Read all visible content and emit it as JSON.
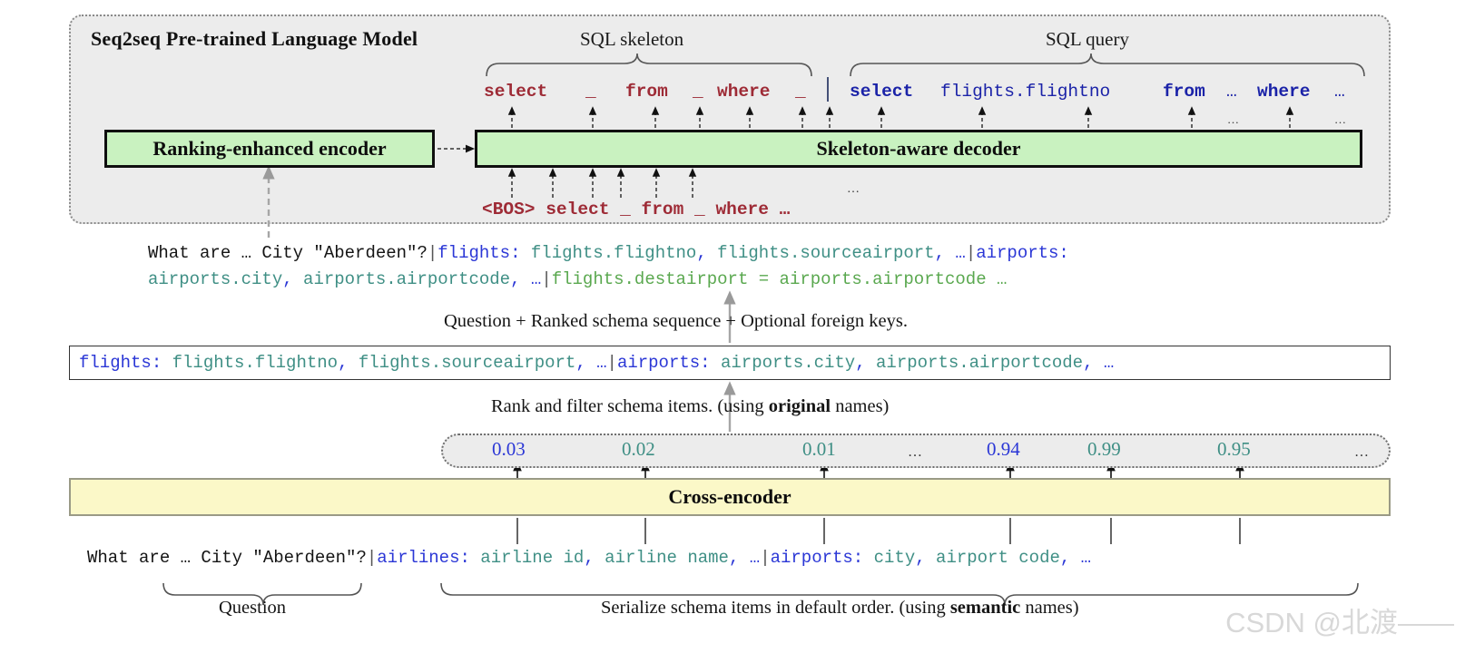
{
  "figure": {
    "panel_title": "Seq2seq Pre-trained Language Model",
    "watermark": "CSDN @北渡——"
  },
  "top": {
    "skeleton_brace_label": "SQL skeleton",
    "query_brace_label": "SQL query",
    "skeleton_tokens": [
      {
        "text": "select",
        "style": "red"
      },
      {
        "text": "_",
        "style": "red"
      },
      {
        "text": "from",
        "style": "red"
      },
      {
        "text": "_",
        "style": "red"
      },
      {
        "text": "where",
        "style": "red"
      },
      {
        "text": "_",
        "style": "red"
      }
    ],
    "query_tokens": [
      {
        "text": "select",
        "style": "blue-bold"
      },
      {
        "text": "flights.flightno",
        "style": "blue"
      },
      {
        "text": "from",
        "style": "blue-bold"
      },
      {
        "text": "…",
        "style": "blue"
      },
      {
        "text": "where",
        "style": "blue-bold"
      },
      {
        "text": "…",
        "style": "blue"
      }
    ],
    "encoder_label": "Ranking-enhanced encoder",
    "decoder_label": "Skeleton-aware decoder",
    "decoder_input": "<BOS> select _ from _ where …",
    "decoder_input_ellipsis": "…"
  },
  "encoder_input": {
    "line1": [
      {
        "text": "What are … City \"Aberdeen\"?",
        "role": "question"
      },
      {
        "text": "|",
        "role": "sep"
      },
      {
        "text": "flights:",
        "role": "table"
      },
      {
        "text": " ",
        "role": "space"
      },
      {
        "text": "flights.flightno",
        "role": "column"
      },
      {
        "text": ", ",
        "role": "table"
      },
      {
        "text": "flights.sourceairport",
        "role": "column"
      },
      {
        "text": ", …",
        "role": "table"
      },
      {
        "text": "|",
        "role": "sep"
      },
      {
        "text": "airports:",
        "role": "table"
      }
    ],
    "line2": [
      {
        "text": "airports.city",
        "role": "column"
      },
      {
        "text": ", ",
        "role": "table"
      },
      {
        "text": "airports.airportcode",
        "role": "column"
      },
      {
        "text": ", …",
        "role": "table"
      },
      {
        "text": "|",
        "role": "sep"
      },
      {
        "text": "flights.destairport = airports.airportcode …",
        "role": "fk"
      }
    ],
    "caption": "Question + Ranked schema sequence + Optional foreign keys."
  },
  "ranked_box": {
    "tokens": [
      {
        "text": "flights:",
        "role": "table"
      },
      {
        "text": " ",
        "role": "space"
      },
      {
        "text": "flights.flightno",
        "role": "column"
      },
      {
        "text": ", ",
        "role": "table"
      },
      {
        "text": "flights.sourceairport",
        "role": "column"
      },
      {
        "text": ", …",
        "role": "table"
      },
      {
        "text": "|",
        "role": "sep"
      },
      {
        "text": "airports:",
        "role": "table"
      },
      {
        "text": " ",
        "role": "space"
      },
      {
        "text": "airports.city",
        "role": "column"
      },
      {
        "text": ", ",
        "role": "table"
      },
      {
        "text": "airports.airportcode",
        "role": "column"
      },
      {
        "text": ", …",
        "role": "table"
      }
    ],
    "caption_prefix": "Rank and filter schema items.  (using ",
    "caption_bold": "original",
    "caption_suffix": " names)"
  },
  "scores": {
    "values": [
      {
        "value": "0.03",
        "color": "blue"
      },
      {
        "value": "0.02",
        "color": "teal"
      },
      {
        "value": "0.01",
        "color": "teal"
      },
      {
        "value": "…",
        "color": "dots"
      },
      {
        "value": "0.94",
        "color": "blue"
      },
      {
        "value": "0.99",
        "color": "teal"
      },
      {
        "value": "0.95",
        "color": "teal"
      },
      {
        "value": "…",
        "color": "dots"
      }
    ]
  },
  "cross_encoder": {
    "label": "Cross-encoder"
  },
  "cross_encoder_input": {
    "tokens": [
      {
        "text": "What are … City \"Aberdeen\"?",
        "role": "question"
      },
      {
        "text": "|",
        "role": "sep"
      },
      {
        "text": "airlines:",
        "role": "table"
      },
      {
        "text": " ",
        "role": "space"
      },
      {
        "text": "airline id",
        "role": "column"
      },
      {
        "text": ", ",
        "role": "table"
      },
      {
        "text": "airline name",
        "role": "column"
      },
      {
        "text": ", …",
        "role": "table"
      },
      {
        "text": "|",
        "role": "sep"
      },
      {
        "text": "airports:",
        "role": "table"
      },
      {
        "text": " ",
        "role": "space"
      },
      {
        "text": "city",
        "role": "column"
      },
      {
        "text": ", ",
        "role": "table"
      },
      {
        "text": "airport code",
        "role": "column"
      },
      {
        "text": ", …",
        "role": "table"
      }
    ],
    "question_caption": "Question",
    "schema_caption_prefix": "Serialize schema items in default order. (using ",
    "schema_caption_bold": "semantic",
    "schema_caption_suffix": " names)"
  },
  "colors": {
    "skeleton_token": "#9e2b36",
    "query_token": "#1b23a8",
    "table_name": "#2b37d6",
    "column_name": "#3f8f85",
    "foreign_key": "#5aa84f",
    "encoder_box": "#c9f2c0",
    "cross_encoder_box": "#fbf8c8",
    "panel_bg": "#ececec"
  }
}
